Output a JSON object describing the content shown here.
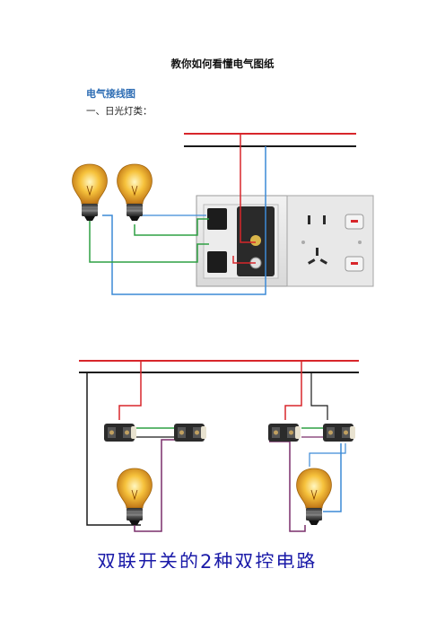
{
  "document": {
    "title": "教你如何看懂电气图纸",
    "section_heading": "电气接线图",
    "subsection": "一、日光灯类：",
    "caption": "双联开关的2种双控电路"
  },
  "colors": {
    "live_wire": "#d8262b",
    "neutral_wire": "#1a1a1a",
    "green_wire": "#2ea043",
    "blue_wire": "#3c8ad6",
    "purple_wire": "#7a2f6b",
    "heading_blue": "#2e6db4",
    "caption_blue": "#1a1aa8"
  }
}
